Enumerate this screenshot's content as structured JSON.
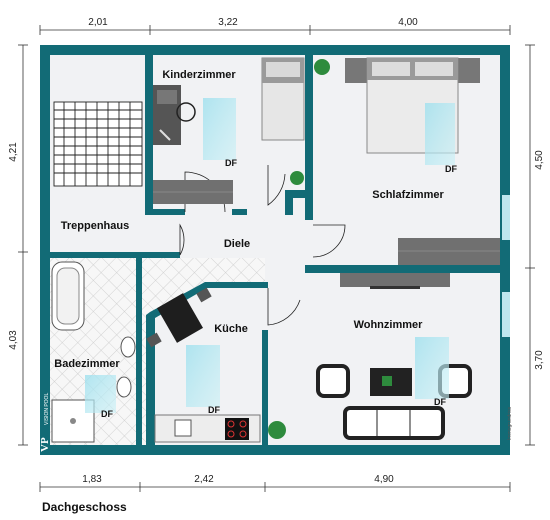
{
  "caption": "Dachgeschoss",
  "dimensions": {
    "top": [
      "2,01",
      "3,22",
      "4,00"
    ],
    "bottom": [
      "1,83",
      "2,42",
      "4,90"
    ],
    "left": [
      "4,21",
      "4,03"
    ],
    "right": [
      "4,50",
      "3,70"
    ]
  },
  "rooms": {
    "kinderzimmer": "Kinderzimmer",
    "schlafzimmer": "Schlafzimmer",
    "treppenhaus": "Treppenhaus",
    "diele": "Diele",
    "kueche": "Küche",
    "wohnzimmer": "Wohnzimmer",
    "badezimmer": "Badezimmer"
  },
  "dachfenster_label": "DF",
  "branding": {
    "logo_letters": "VP",
    "logo_text": "VISION POOL",
    "credit": "Immogrundriss"
  },
  "colors": {
    "wall": "#126b76",
    "floor": "#f1f2f4",
    "tile_line": "#c9c9c9",
    "window": "#bfe6ee",
    "skylight": "#9ee0ee",
    "furniture": "#707070"
  }
}
